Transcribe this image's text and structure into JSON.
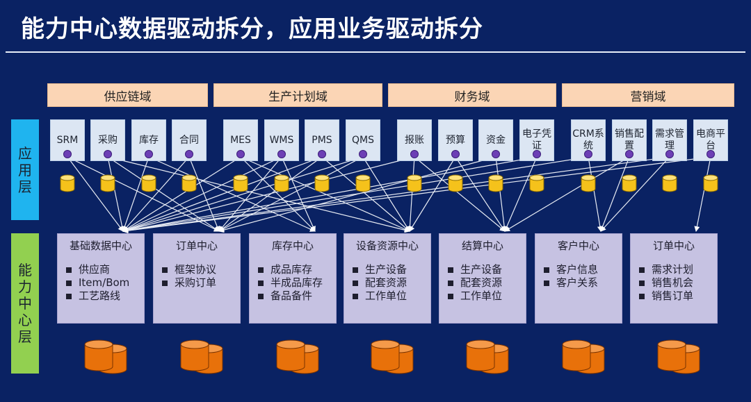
{
  "title": "能力中心数据驱动拆分，应用业务驱动拆分",
  "layers": {
    "app_layer": [
      "应",
      "用",
      "层"
    ],
    "capability_layer": [
      "能",
      "力",
      "中",
      "心",
      "层"
    ]
  },
  "domains": [
    {
      "label": "供应链域"
    },
    {
      "label": "生产计划域"
    },
    {
      "label": "财务域"
    },
    {
      "label": "营销域"
    }
  ],
  "apps": [
    {
      "label": "SRM"
    },
    {
      "label": "采购"
    },
    {
      "label": "库存"
    },
    {
      "label": "合同"
    },
    {
      "label": "MES"
    },
    {
      "label": "WMS"
    },
    {
      "label": "PMS"
    },
    {
      "label": "QMS"
    },
    {
      "label": "报账"
    },
    {
      "label": "预算"
    },
    {
      "label": "资金"
    },
    {
      "label": "电子凭证"
    },
    {
      "label": "CRM系统"
    },
    {
      "label": "销售配置"
    },
    {
      "label": "需求管理"
    },
    {
      "label": "电商平台"
    }
  ],
  "centers": [
    {
      "title": "基础数据中心",
      "items": [
        "供应商",
        "Item/Bom",
        "工艺路线"
      ]
    },
    {
      "title": "订单中心",
      "items": [
        "框架协议",
        "采购订单"
      ]
    },
    {
      "title": "库存中心",
      "items": [
        "成品库存",
        "半成品库存",
        "备品备件"
      ]
    },
    {
      "title": "设备资源中心",
      "items": [
        "生产设备",
        "配套资源",
        "工作单位"
      ]
    },
    {
      "title": "结算中心",
      "items": [
        "生产设备",
        "配套资源",
        "工作单位"
      ]
    },
    {
      "title": "客户中心",
      "items": [
        "客户信息",
        "客户关系"
      ]
    },
    {
      "title": "订单中心",
      "items": [
        "需求计划",
        "销售机会",
        "销售订单"
      ]
    }
  ],
  "colors": {
    "background": "#0a2263",
    "app_layer": "#1fb4ef",
    "capability_layer": "#92d050",
    "domain_header": "#fbd5b5",
    "app_box": "#dce6f3",
    "center_box": "#c6c2e2",
    "app_dot": "#6d3fb5",
    "cache_cylinder": "#f5c21b",
    "database": "#e8710a"
  }
}
